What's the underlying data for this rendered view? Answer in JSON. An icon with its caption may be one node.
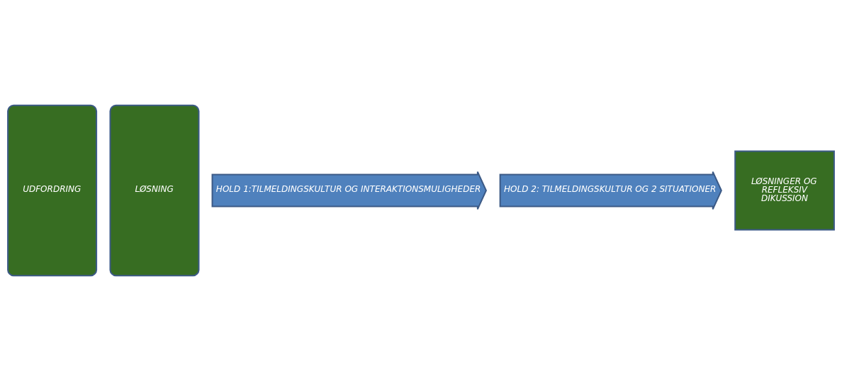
{
  "diagram": {
    "nodes": [
      {
        "text": [
          "UDFORDRING"
        ]
      },
      {
        "text": [
          "LØSNING"
        ]
      },
      {
        "text": [
          "HOLD 1:TILMELDINGSKULTUR OG INTERAKTIONSMULIGHEDER"
        ]
      },
      {
        "text": [
          "HOLD 2: TILMELDINGSKULTUR OG 2 SITUATIONER"
        ]
      },
      {
        "text": [
          "LØSNINGER OG REFLEKSIV DIKUSSION"
        ]
      }
    ]
  }
}
